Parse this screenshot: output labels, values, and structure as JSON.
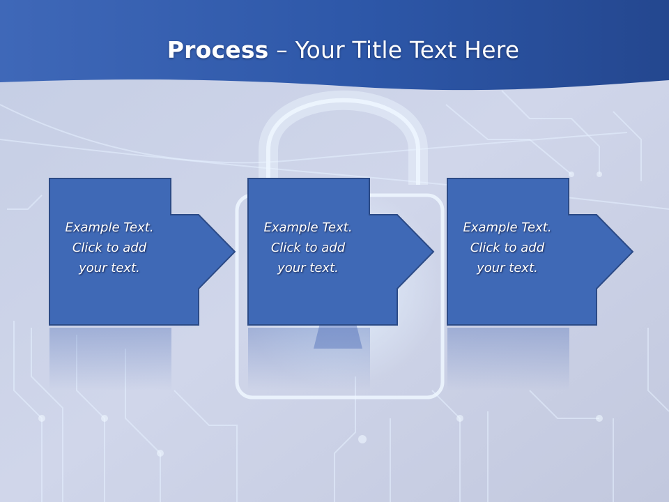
{
  "slide": {
    "title_bold": "Process",
    "title_rest": " – Your Title Text Here",
    "steps": [
      {
        "lines": [
          "Example Text.",
          "Click  to add",
          "your text."
        ]
      },
      {
        "lines": [
          "Example Text.",
          "Click  to add",
          "your text."
        ]
      },
      {
        "lines": [
          "Example Text.",
          "Click  to add",
          "your text."
        ]
      }
    ]
  },
  "colors": {
    "header": "#2f5cae",
    "box_fill": "#3f69b6",
    "box_border": "#2b4a86",
    "text": "#ffffff"
  },
  "icons": {
    "background": "padlock-circuit-image",
    "connector": "arrow-right-icon"
  }
}
